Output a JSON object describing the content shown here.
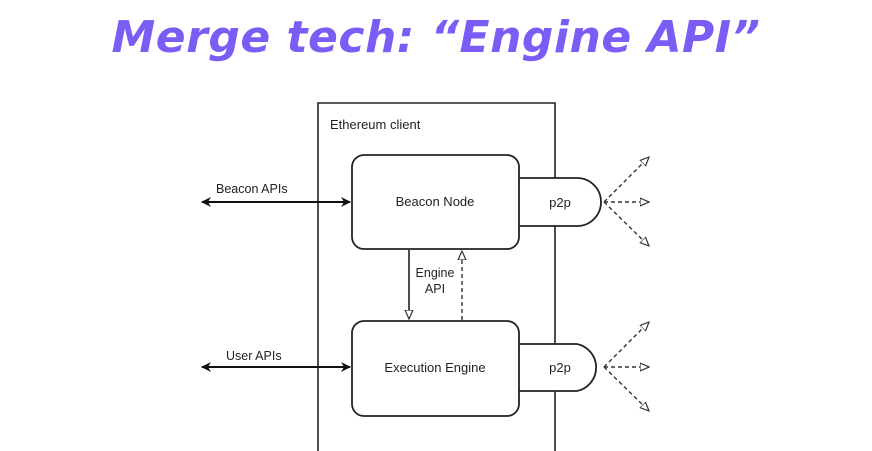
{
  "slide": {
    "title": "Merge tech: “Engine API”",
    "title_color": "#7b5cf5"
  },
  "diagram": {
    "container_label": "Ethereum client",
    "nodes": {
      "beacon_node": "Beacon Node",
      "execution_engine": "Execution Engine",
      "beacon_p2p": "p2p",
      "execution_p2p": "p2p"
    },
    "edges": {
      "beacon_apis": "Beacon APIs",
      "user_apis": "User APIs",
      "engine_api_line1": "Engine",
      "engine_api_line2": "API"
    }
  }
}
